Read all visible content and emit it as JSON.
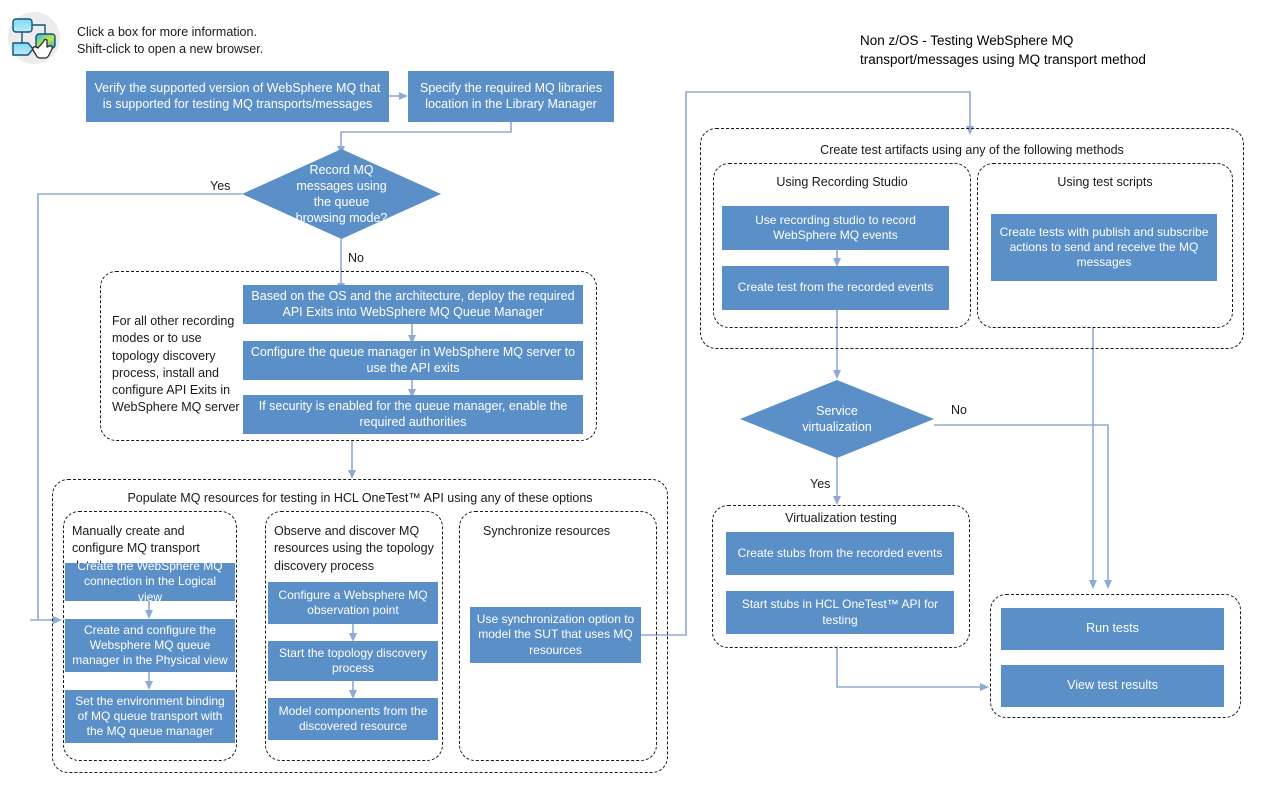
{
  "meta": {
    "title": "Non z/OS - Testing WebSphere MQ\ntransport/messages using MQ transport method",
    "title_line1": "Non z/OS - Testing WebSphere MQ",
    "title_line2": "transport/messages using MQ transport method",
    "accent_blue": "#5b8fc8",
    "connector_blue": "#8faad4",
    "dash_black": "#1a1a1a",
    "dash_grey": "#9b9b9b"
  },
  "hint": {
    "icon": "flowchart-click-icon",
    "line1": "Click a box for more information.",
    "line2": "Shift-click to open a new browser."
  },
  "left_flow": {
    "step_verify": "Verify the supported version of WebSphere MQ that is supported for testing MQ transports/messages",
    "step_libraries": "Specify the required  MQ libraries location in the Library Manager",
    "decision_record": "Record MQ\nmessages using\nthe queue\nbrowsing mode?",
    "decision_record_lines": [
      "Record MQ",
      "messages using",
      "the queue",
      "browsing mode?"
    ],
    "decision_yes": "Yes",
    "decision_no": "No",
    "api_exits_group": {
      "side_note": "For all other recording modes or to use topology discovery process, install and configure API Exits in WebSphere MQ server",
      "steps": [
        "Based on the OS and the architecture, deploy the required API Exits into WebSphere MQ Queue Manager",
        "Configure the queue manager in WebSphere MQ server to use the API exits",
        "If security is enabled for the queue manager, enable the required authorities"
      ]
    },
    "populate_group": {
      "title": "Populate MQ resources for testing in HCL OneTest™ API using any of these options",
      "columns": [
        {
          "heading": "Manually create and configure MQ transport details",
          "steps": [
            "Create the WebSphere MQ connection in the Logical view",
            "Create and configure the Websphere MQ queue manager in the Physical view",
            "Set the environment binding of MQ queue transport with the MQ queue manager"
          ]
        },
        {
          "heading": "Observe and discover MQ resources using the topology discovery process",
          "steps": [
            "Configure a Websphere MQ observation point",
            "Start the topology discovery process",
            "Model components from the discovered resource"
          ]
        },
        {
          "heading": "Synchronize resources",
          "steps": [
            "Use synchronization option to model the SUT that uses MQ resources"
          ]
        }
      ]
    }
  },
  "right_flow": {
    "artifacts_group": {
      "title": "Create test artifacts using any of the following methods",
      "columns": [
        {
          "heading": "Using Recording Studio",
          "steps": [
            "Use recording studio to record WebSphere MQ events",
            "Create test from the recorded events"
          ]
        },
        {
          "heading": "Using test scripts",
          "steps": [
            "Create tests with publish and subscribe actions to send and receive the MQ messages"
          ]
        }
      ]
    },
    "decision_virtualization": "Service\nvirtualization",
    "decision_virtualization_lines": [
      "Service",
      "virtualization"
    ],
    "decision_yes": "Yes",
    "decision_no": "No",
    "virtualization_group": {
      "heading": "Virtualization testing",
      "steps": [
        "Create stubs from the recorded events",
        "Start stubs in HCL OneTest™ API for testing"
      ]
    },
    "run_group": {
      "steps": [
        "Run tests",
        "View test results"
      ]
    }
  }
}
